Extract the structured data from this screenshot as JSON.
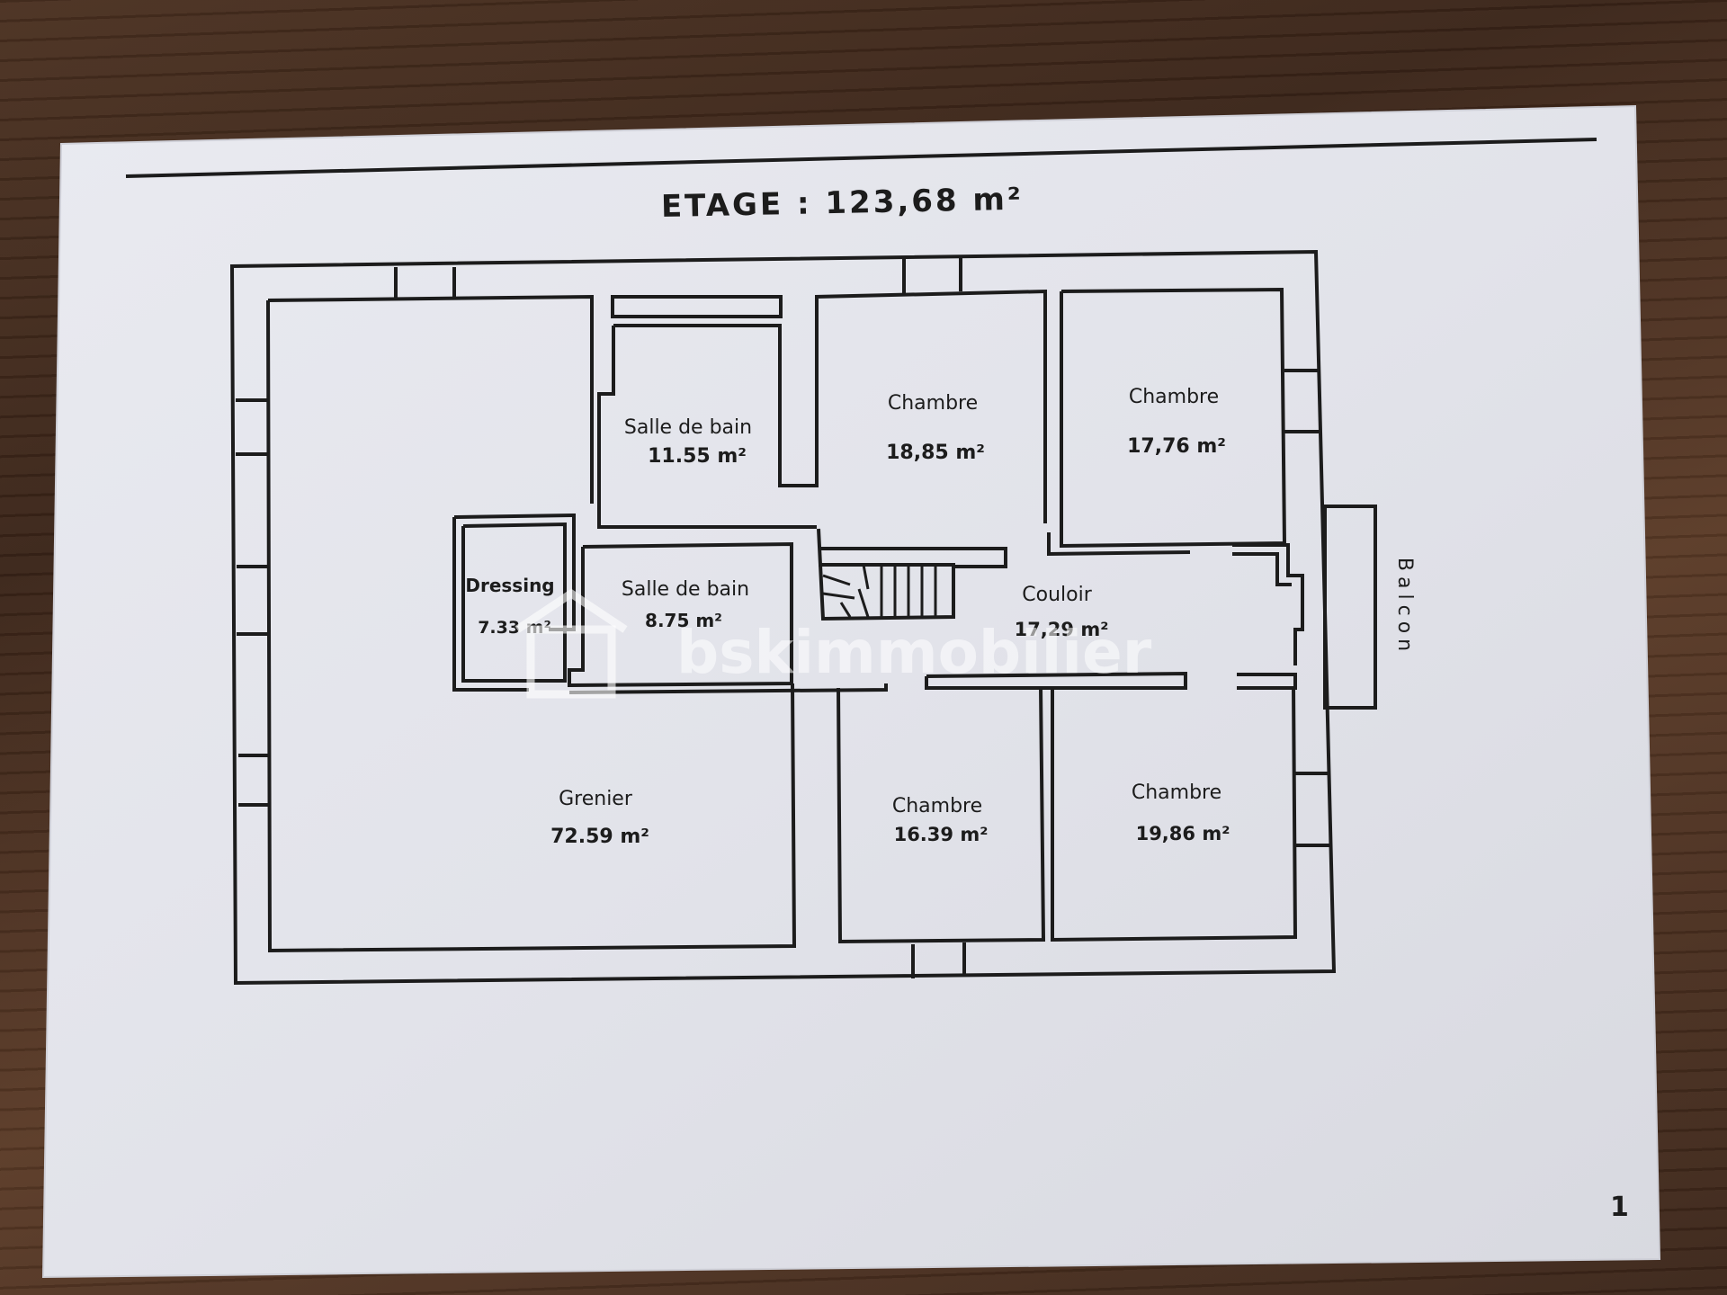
{
  "plan": {
    "title": "ETAGE : 123,68 m²",
    "page_number": "1",
    "watermark": "bskimmobilier",
    "rooms": [
      {
        "id": "salle-de-bain-1",
        "name": "Salle de bain",
        "area": "11.55 m²"
      },
      {
        "id": "chambre-1",
        "name": "Chambre",
        "area": "18,85 m²"
      },
      {
        "id": "chambre-2",
        "name": "Chambre",
        "area": "17,76 m²"
      },
      {
        "id": "dressing",
        "name": "Dressing",
        "area": "7.33 m²"
      },
      {
        "id": "salle-de-bain-2",
        "name": "Salle de bain",
        "area": "8.75 m²"
      },
      {
        "id": "couloir",
        "name": "Couloir",
        "area": "17,29 m²"
      },
      {
        "id": "grenier",
        "name": "Grenier",
        "area": "72.59 m²"
      },
      {
        "id": "chambre-3",
        "name": "Chambre",
        "area": "16.39 m²"
      },
      {
        "id": "chambre-4",
        "name": "Chambre",
        "area": "19,86 m²"
      }
    ],
    "balcon_label": "Balcon"
  },
  "colors": {
    "paper": "#e4e5ec",
    "ink": "#1c1c1c",
    "wood": "#4a3020"
  }
}
